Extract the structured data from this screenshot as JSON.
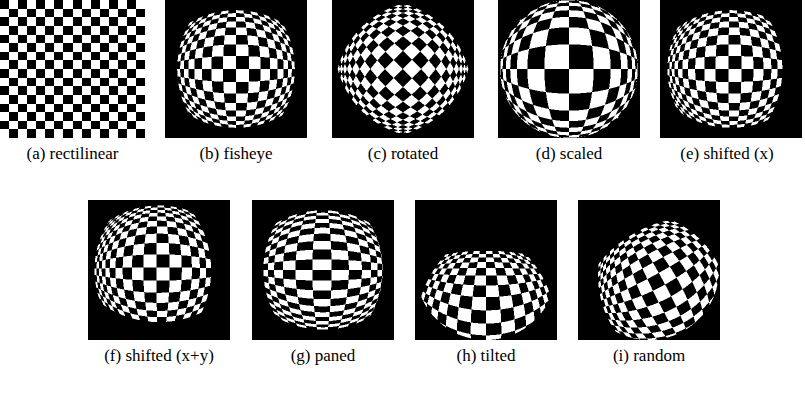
{
  "diagram": {
    "labels": [
      "(a) rectilinear",
      "(b) fisheye",
      "(c) rotated",
      "(d) scaled",
      "(e) shifted (x)",
      "(f) shifted (x+y)",
      "(g) paned",
      "(h) tilted",
      "(i) random"
    ]
  }
}
